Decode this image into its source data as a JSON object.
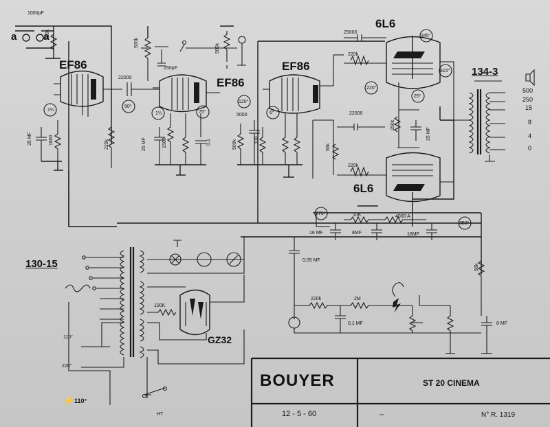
{
  "tubes": {
    "v1": "EF86",
    "v2": "EF86",
    "v3": "EF86",
    "v4_top": "6L6",
    "v5_bottom": "6L6",
    "rectifier": "GZ32"
  },
  "transformers": {
    "output": "134-3",
    "power": "130-15"
  },
  "output_taps": [
    "500",
    "250",
    "15",
    "8",
    "4",
    "0"
  ],
  "input": {
    "cap": "1000pF",
    "res": "220k",
    "jack_a": "a",
    "jack_b": "a"
  },
  "component_labels": {
    "c_coupling_1": "22000",
    "c_coupling_2": "25000",
    "c_coupling_3": "22000",
    "c_coupling_4": "5000",
    "c_250pf": "250pF",
    "r_500k_a": "500k",
    "r_500k_b": "500k",
    "r_500k_c": "500k",
    "r_220k_a": "220k",
    "r_220k_b": "220k",
    "r_220k_c": "220k",
    "r_220k_d": "220k",
    "r_56k": "56k",
    "r_10k": "10K",
    "r_4000": "4000 A",
    "r_1800": "1800",
    "r_1500": "1500",
    "r_250k": "250k",
    "r_100": "100",
    "r_56k_b": "56k",
    "r_2m": "2M",
    "r_100k_hv": "100K",
    "c_25mf_a": "25 MF",
    "c_25mf_b": "25 MF",
    "c_25mf_c": "25 MF",
    "c_16mf_a": "16 MF",
    "c_8mf": "8MF",
    "c_16mf_b": "16MF",
    "c_005": "0,05 MF",
    "c_01": "0,1 MF",
    "c_8mf_b": "8 MF",
    "c_01b": "0,1"
  },
  "voltages": {
    "v_1_4": "1¼",
    "v_50": "50°",
    "v_1_4b": "1¼",
    "v_75": "75°",
    "v_120": "120°",
    "v_6": "6°",
    "v_220": "220°",
    "v_345": "345°",
    "v_315": "315°",
    "v_25": "25°",
    "v_275": "275°",
    "v_350": "350°"
  },
  "mains": {
    "tap_110": "110°",
    "tap_220": "220°",
    "switch_label": "110°",
    "ht": "HT"
  },
  "title_block": {
    "maker": "BOUYER",
    "model": "ST 20 CINEMA",
    "date": "12 - 5 - 60",
    "ref": "N° R. 1319"
  }
}
